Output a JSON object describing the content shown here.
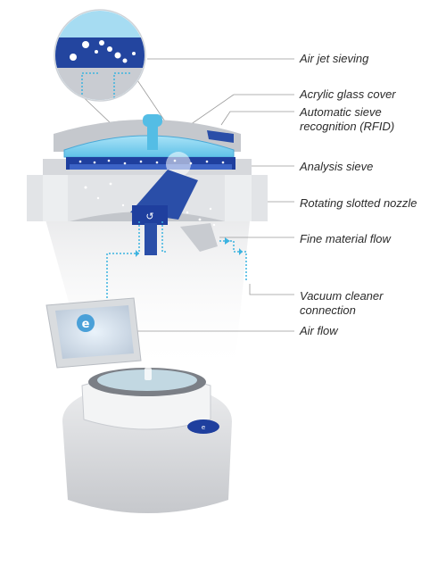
{
  "labels": {
    "air_jet_sieving": "Air jet sieving",
    "acrylic_glass_cover": "Acrylic glass cover",
    "automatic_sieve_recognition": [
      "Automatic sieve",
      "recognition (RFID)"
    ],
    "analysis_sieve": "Analysis sieve",
    "rotating_slotted_nozzle": "Rotating slotted nozzle",
    "fine_material_flow": "Fine material flow",
    "vacuum_cleaner_connection": [
      "Vacuum cleaner",
      "connection"
    ],
    "air_flow": "Air flow"
  },
  "colors": {
    "sieve_blue": "#1f3f9e",
    "cover_blue": "#7fd0ee",
    "nozzle_blue": "#2a4ea8",
    "flow_cyan": "#3bb3e0",
    "housing_grey": "#d4d6da",
    "leader_grey": "#9a9a9a"
  }
}
